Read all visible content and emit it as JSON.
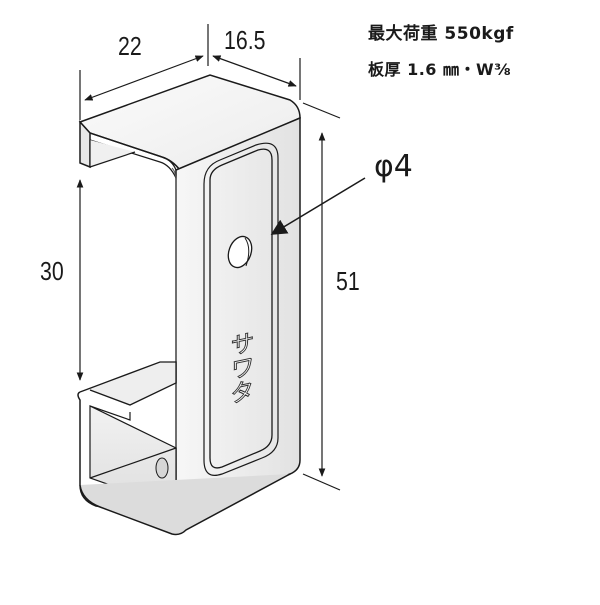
{
  "specs": {
    "line1": "最大荷重 550kgf",
    "line2": "板厚 1.6 ㎜・W⅜"
  },
  "dimensions": {
    "width_label": "22",
    "depth_label": "16.5",
    "inner_height_label": "30",
    "total_height_label": "51",
    "hole_label": "φ4"
  },
  "engraving": {
    "text": "サワタ"
  },
  "colors": {
    "line": "#1a1a1a",
    "metal_light": "#f4f4f4",
    "metal_mid": "#e6e6e6",
    "metal_dark": "#cfcfcf"
  }
}
